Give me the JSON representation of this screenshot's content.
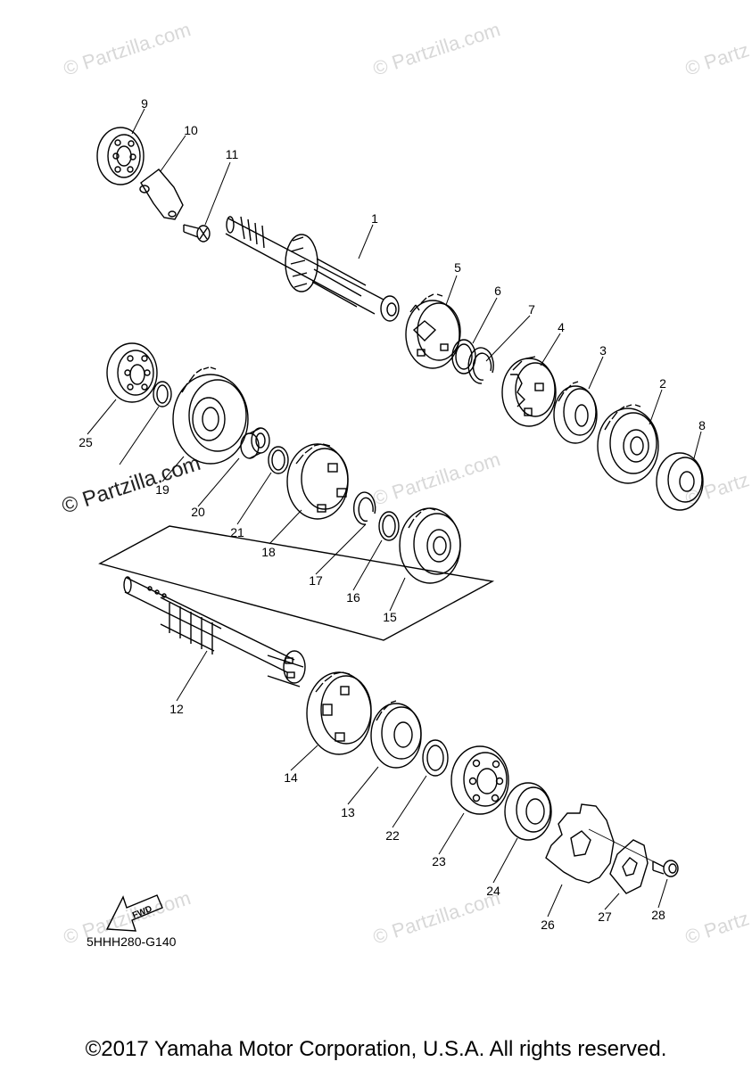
{
  "watermarks": {
    "text": "© Partzilla.com",
    "text_cut": "© Partz"
  },
  "diagram": {
    "code": "5HHH280-G140",
    "fwd_label": "FWD",
    "callouts": [
      "1",
      "2",
      "3",
      "4",
      "5",
      "6",
      "7",
      "8",
      "9",
      "10",
      "11",
      "12",
      "13",
      "14",
      "15",
      "16",
      "17",
      "18",
      "19",
      "20",
      "21",
      "22",
      "23",
      "24",
      "25",
      "26",
      "27",
      "28"
    ]
  },
  "footer": {
    "copyright": "©2017 Yamaha Motor Corporation, U.S.A. All rights reserved."
  },
  "colors": {
    "line": "#000000",
    "watermark": "#d8d8d8",
    "background": "#ffffff"
  }
}
